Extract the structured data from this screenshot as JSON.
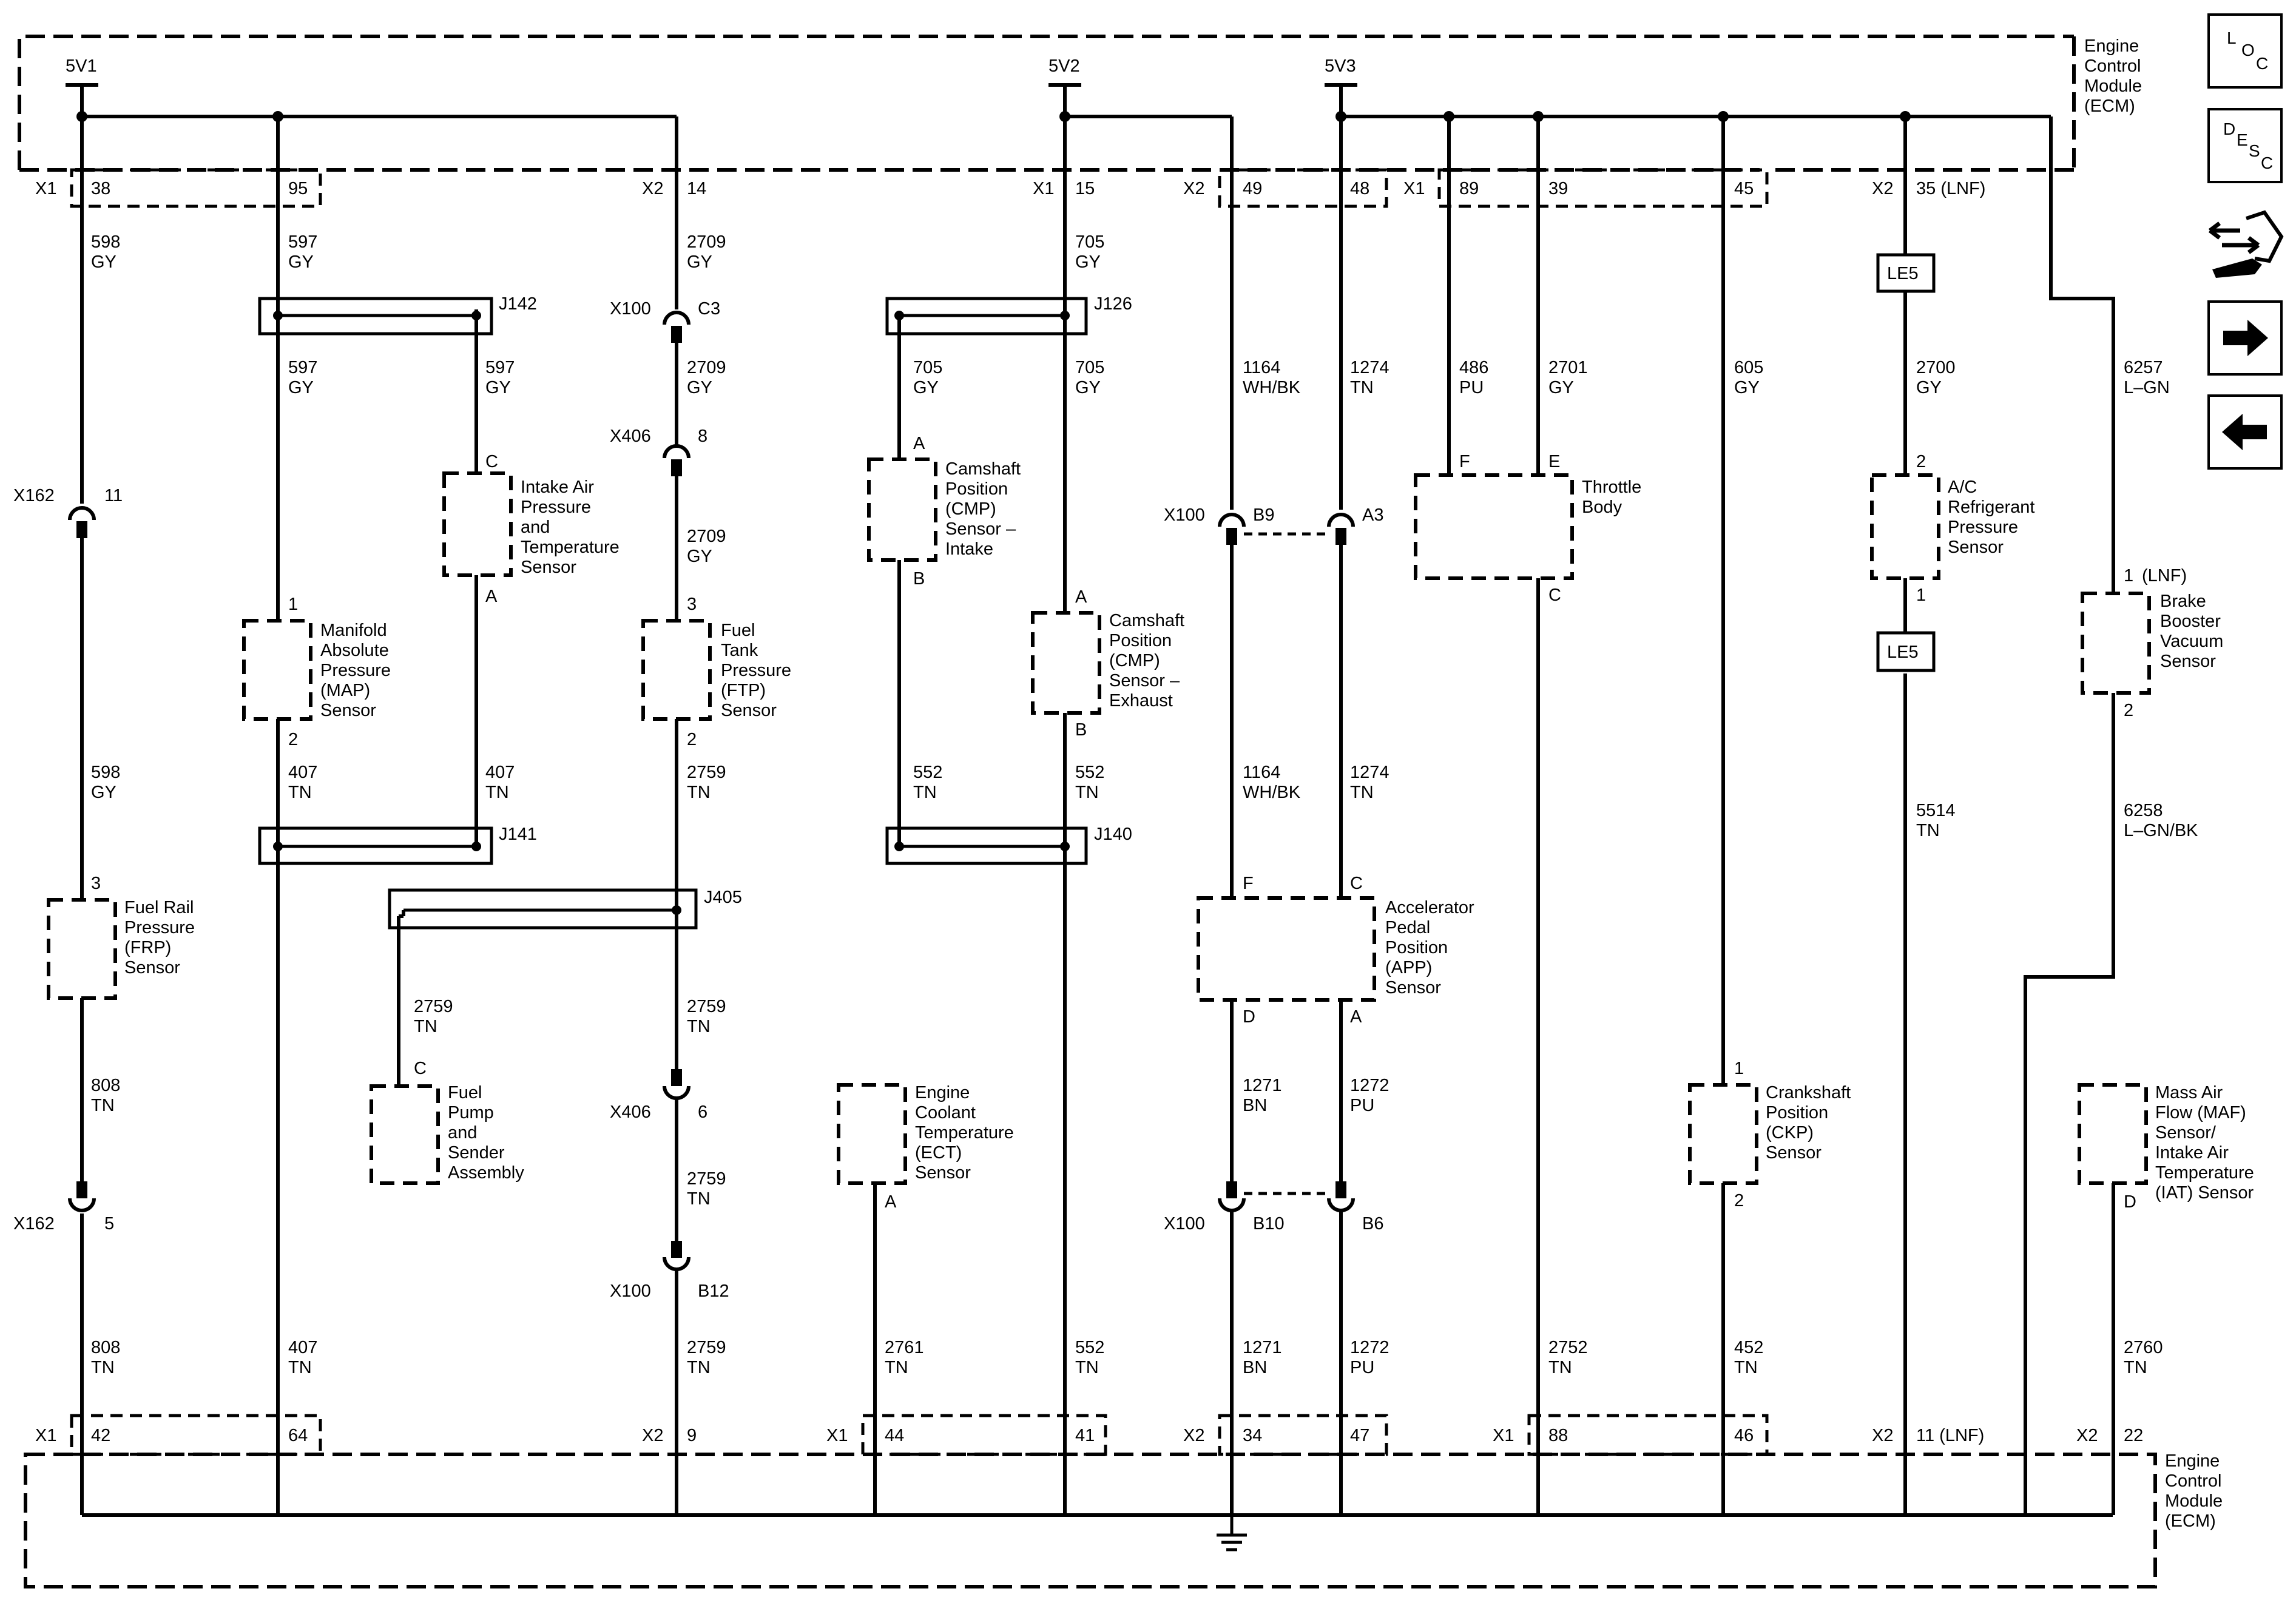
{
  "ecm_label": [
    "Engine",
    "Control",
    "Module",
    "(ECM)"
  ],
  "supplies": [
    "5V1",
    "5V2",
    "5V3"
  ],
  "connectors": {
    "x1": "X1",
    "x2": "X2",
    "x100": "X100",
    "x162": "X162",
    "x406": "X406",
    "j142": "J142",
    "j141": "J141",
    "j126": "J126",
    "j140": "J140",
    "j405": "J405",
    "le5_top": "LE5",
    "le5_bottom": "LE5"
  },
  "top_pins": {
    "p38": "38",
    "p95": "95",
    "p14": "14",
    "p15": "15",
    "p49": "49",
    "p48": "48",
    "p89": "89",
    "p39": "39",
    "p45": "45",
    "p35": "35 (LNF)"
  },
  "bottom_pins": {
    "p42": "42",
    "p64": "64",
    "p9": "9",
    "p44": "44",
    "p41": "41",
    "p34": "34",
    "p47": "47",
    "p88": "88",
    "p46": "46",
    "p11": "11 (LNF)",
    "p22": "22"
  },
  "inline_pins": {
    "x162_11": "11",
    "x162_5": "5",
    "x100_c3": "C3",
    "x406_8": "8",
    "x406_6": "6",
    "x100_b12": "B12",
    "x100_b9": "B9",
    "x100_a3": "A3",
    "x100_b10": "B10",
    "x100_b6": "B6"
  },
  "wires": {
    "w598a": [
      "598",
      "GY"
    ],
    "w598b": [
      "598",
      "GY"
    ],
    "w597a": [
      "597",
      "GY"
    ],
    "w597b": [
      "597",
      "GY"
    ],
    "w597c": [
      "597",
      "GY"
    ],
    "w2709a": [
      "2709",
      "GY"
    ],
    "w2709b": [
      "2709",
      "GY"
    ],
    "w2709c": [
      "2709",
      "GY"
    ],
    "w705a": [
      "705",
      "GY"
    ],
    "w705b": [
      "705",
      "GY"
    ],
    "w705c": [
      "705",
      "GY"
    ],
    "w1164a": [
      "1164",
      "WH/BK"
    ],
    "w1164b": [
      "1164",
      "WH/BK"
    ],
    "w1274a": [
      "1274",
      "TN"
    ],
    "w1274b": [
      "1274",
      "TN"
    ],
    "w486": [
      "486",
      "PU"
    ],
    "w2701": [
      "2701",
      "GY"
    ],
    "w605": [
      "605",
      "GY"
    ],
    "w2700": [
      "2700",
      "GY"
    ],
    "w6257": [
      "6257",
      "L–GN"
    ],
    "w407a": [
      "407",
      "TN"
    ],
    "w407b": [
      "407",
      "TN"
    ],
    "w407c": [
      "407",
      "TN"
    ],
    "w2759a": [
      "2759",
      "TN"
    ],
    "w2759b": [
      "2759",
      "TN"
    ],
    "w2759c": [
      "2759",
      "TN"
    ],
    "w2759d": [
      "2759",
      "TN"
    ],
    "w2759e": [
      "2759",
      "TN"
    ],
    "w552a": [
      "552",
      "TN"
    ],
    "w552b": [
      "552",
      "TN"
    ],
    "w552c": [
      "552",
      "TN"
    ],
    "w808a": [
      "808",
      "TN"
    ],
    "w808b": [
      "808",
      "TN"
    ],
    "w5514": [
      "5514",
      "TN"
    ],
    "w6258": [
      "6258",
      "L–GN/BK"
    ],
    "w1271a": [
      "1271",
      "BN"
    ],
    "w1271b": [
      "1271",
      "BN"
    ],
    "w1272a": [
      "1272",
      "PU"
    ],
    "w1272b": [
      "1272",
      "PU"
    ],
    "w2761": [
      "2761",
      "TN"
    ],
    "w2752": [
      "2752",
      "TN"
    ],
    "w452": [
      "452",
      "TN"
    ],
    "w2760": [
      "2760",
      "TN"
    ]
  },
  "components": {
    "frp": [
      "Fuel Rail",
      "Pressure",
      "(FRP)",
      "Sensor"
    ],
    "map": [
      "Manifold",
      "Absolute",
      "Pressure",
      "(MAP)",
      "Sensor"
    ],
    "iapt": [
      "Intake Air",
      "Pressure",
      "and",
      "Temperature",
      "Sensor"
    ],
    "ftp": [
      "Fuel",
      "Tank",
      "Pressure",
      "(FTP)",
      "Sensor"
    ],
    "fuel_pump": [
      "Fuel",
      "Pump",
      "and",
      "Sender",
      "Assembly"
    ],
    "cmp_intake": [
      "Camshaft",
      "Position",
      "(CMP)",
      "Sensor –",
      "Intake"
    ],
    "cmp_exhaust": [
      "Camshaft",
      "Position",
      "(CMP)",
      "Sensor –",
      "Exhaust"
    ],
    "ect": [
      "Engine",
      "Coolant",
      "Temperature",
      "(ECT)",
      "Sensor"
    ],
    "app": [
      "Accelerator",
      "Pedal",
      "Position",
      "(APP)",
      "Sensor"
    ],
    "throttle": [
      "Throttle",
      "Body"
    ],
    "ckp": [
      "Crankshaft",
      "Position",
      "(CKP)",
      "Sensor"
    ],
    "ac": [
      "A/C",
      "Refrigerant",
      "Pressure",
      "Sensor"
    ],
    "brake": [
      "Brake",
      "Booster",
      "Vacuum",
      "Sensor"
    ],
    "maf": [
      "Mass Air",
      "Flow (MAF)",
      "Sensor/",
      "Intake Air",
      "Temperature",
      "(IAT) Sensor"
    ]
  },
  "component_pins": {
    "frp_3": "3",
    "map_1": "1",
    "map_2": "2",
    "iapt_c": "C",
    "iapt_a": "A",
    "ftp_3": "3",
    "ftp_2": "2",
    "fp_c": "C",
    "cmpi_a": "A",
    "cmpi_b": "B",
    "cmpe_a": "A",
    "cmpe_b": "B",
    "ect_a": "A",
    "app_f": "F",
    "app_c": "C",
    "app_d": "D",
    "app_a": "A",
    "tb_f": "F",
    "tb_e": "E",
    "tb_c": "C",
    "ckp_1": "1",
    "ckp_2": "2",
    "ac_2": "2",
    "ac_1": "1",
    "brake_1": "1",
    "brake_lnf": "(LNF)",
    "brake_2": "2",
    "maf_d": "D"
  },
  "nav_icons": [
    "loc-icon",
    "desc-icon",
    "connector-wrench-icon",
    "next-arrow-icon",
    "prev-arrow-icon"
  ],
  "nav_labels": {
    "loc": [
      "L",
      "O",
      "C"
    ],
    "desc": [
      "D",
      "E",
      "S",
      "C"
    ]
  }
}
